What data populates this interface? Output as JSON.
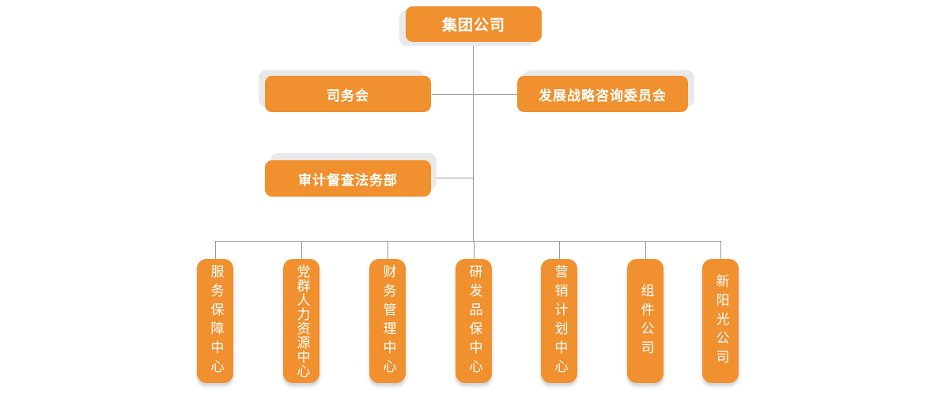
{
  "colors": {
    "box_orange": "#F0902E",
    "box_text": "#FFFFFF",
    "connector": "#9A9A9A",
    "shadow": "#E9E9E9",
    "page_bg": "#FFFFFF"
  },
  "org_chart": {
    "root": {
      "label": "集团公司"
    },
    "level2": [
      {
        "label": "司务会"
      },
      {
        "label": "发展战略咨询委员会"
      }
    ],
    "level3": [
      {
        "label": "审计督查法务部"
      }
    ],
    "departments": [
      {
        "label": "服务保障中心"
      },
      {
        "label": "党群人力资源中心"
      },
      {
        "label": "财务管理中心"
      },
      {
        "label": "研发品保中心"
      },
      {
        "label": "营销计划中心"
      },
      {
        "label": "组件公司"
      },
      {
        "label": "新阳光公司"
      }
    ]
  }
}
